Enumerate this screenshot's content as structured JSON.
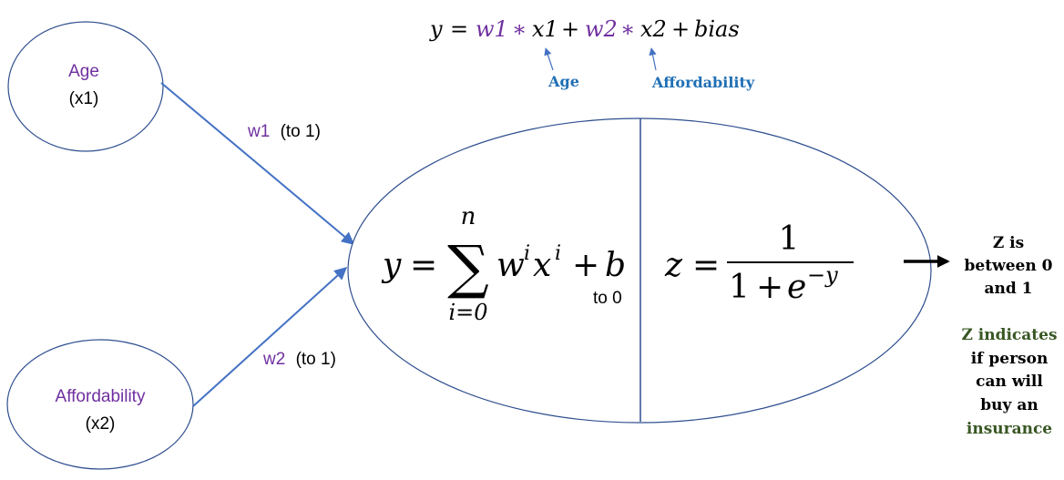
{
  "colors": {
    "purple": "#7030a0",
    "blue_label": "#1f6fb5",
    "line_blue": "#4472c4",
    "outline": "#2f4f8f",
    "green": "#385723",
    "black": "#000000"
  },
  "inputs": {
    "age": {
      "name": "Age",
      "var": "(x1)"
    },
    "affordability": {
      "name": "Affordability",
      "var": "(x2)"
    }
  },
  "weights": {
    "w1": {
      "name": "w1",
      "init": "(to 1)"
    },
    "w2": {
      "name": "w2",
      "init": "(to 1)"
    }
  },
  "top_equation": {
    "y": "y",
    "eq": "=",
    "w1": "w1",
    "star1": "∗",
    "x1": "x1",
    "plus1": "+",
    "w2": "w2",
    "star2": "∗",
    "x2": "x2",
    "plus2": "+",
    "bias": "bias",
    "label_age": "Age",
    "label_affordability": "Affordability"
  },
  "neuron": {
    "sum": {
      "y": "y",
      "eq": "=",
      "sigma": "∑",
      "upper": "n",
      "lower": "i=0",
      "w": "w",
      "wi": "i",
      "x": "x",
      "xi": "i",
      "plus": "+",
      "b": "b",
      "bias_init": "to 0"
    },
    "sigmoid": {
      "z": "z",
      "eq": "=",
      "num": "1",
      "den_one": "1",
      "den_plus": "+",
      "e": "e",
      "exp": "−y"
    }
  },
  "output": {
    "result_lines": [
      "Z is",
      "between 0",
      "and 1"
    ],
    "meaning_lines": [
      "Z indicates",
      "if person",
      "can will",
      "buy an",
      "insurance"
    ]
  }
}
